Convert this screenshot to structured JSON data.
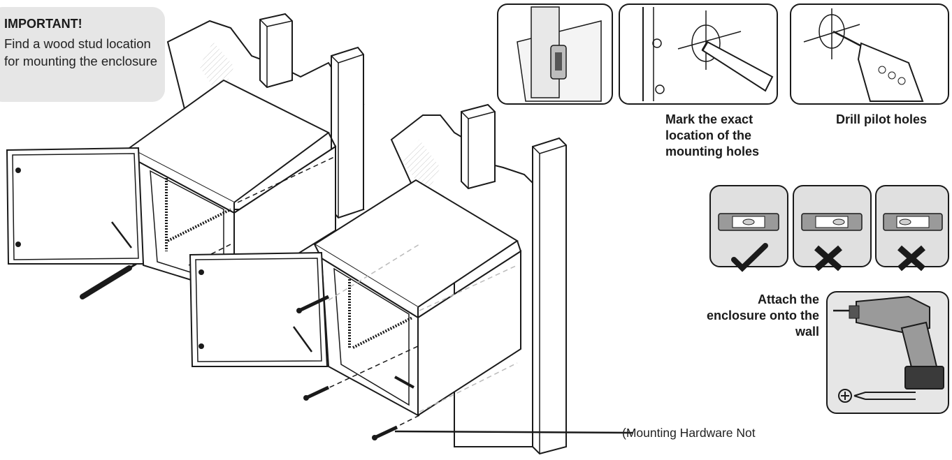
{
  "important_box": {
    "heading": "IMPORTANT!",
    "text": "Find a wood stud location for mounting the enclosure"
  },
  "steps": [
    {
      "caption": "Mark the exact location of the mounting holes"
    },
    {
      "caption": "Drill pilot holes"
    },
    {
      "caption": "Attach the enclosure onto the wall"
    }
  ],
  "callout": {
    "text": "(Mounting Hardware Not"
  },
  "colors": {
    "line": "#1a1a1a",
    "panel_gray": "#e6e6e6",
    "drill_gray": "#9a9a9a"
  },
  "level_checks": [
    {
      "mark": "check"
    },
    {
      "mark": "cross"
    },
    {
      "mark": "cross"
    }
  ]
}
